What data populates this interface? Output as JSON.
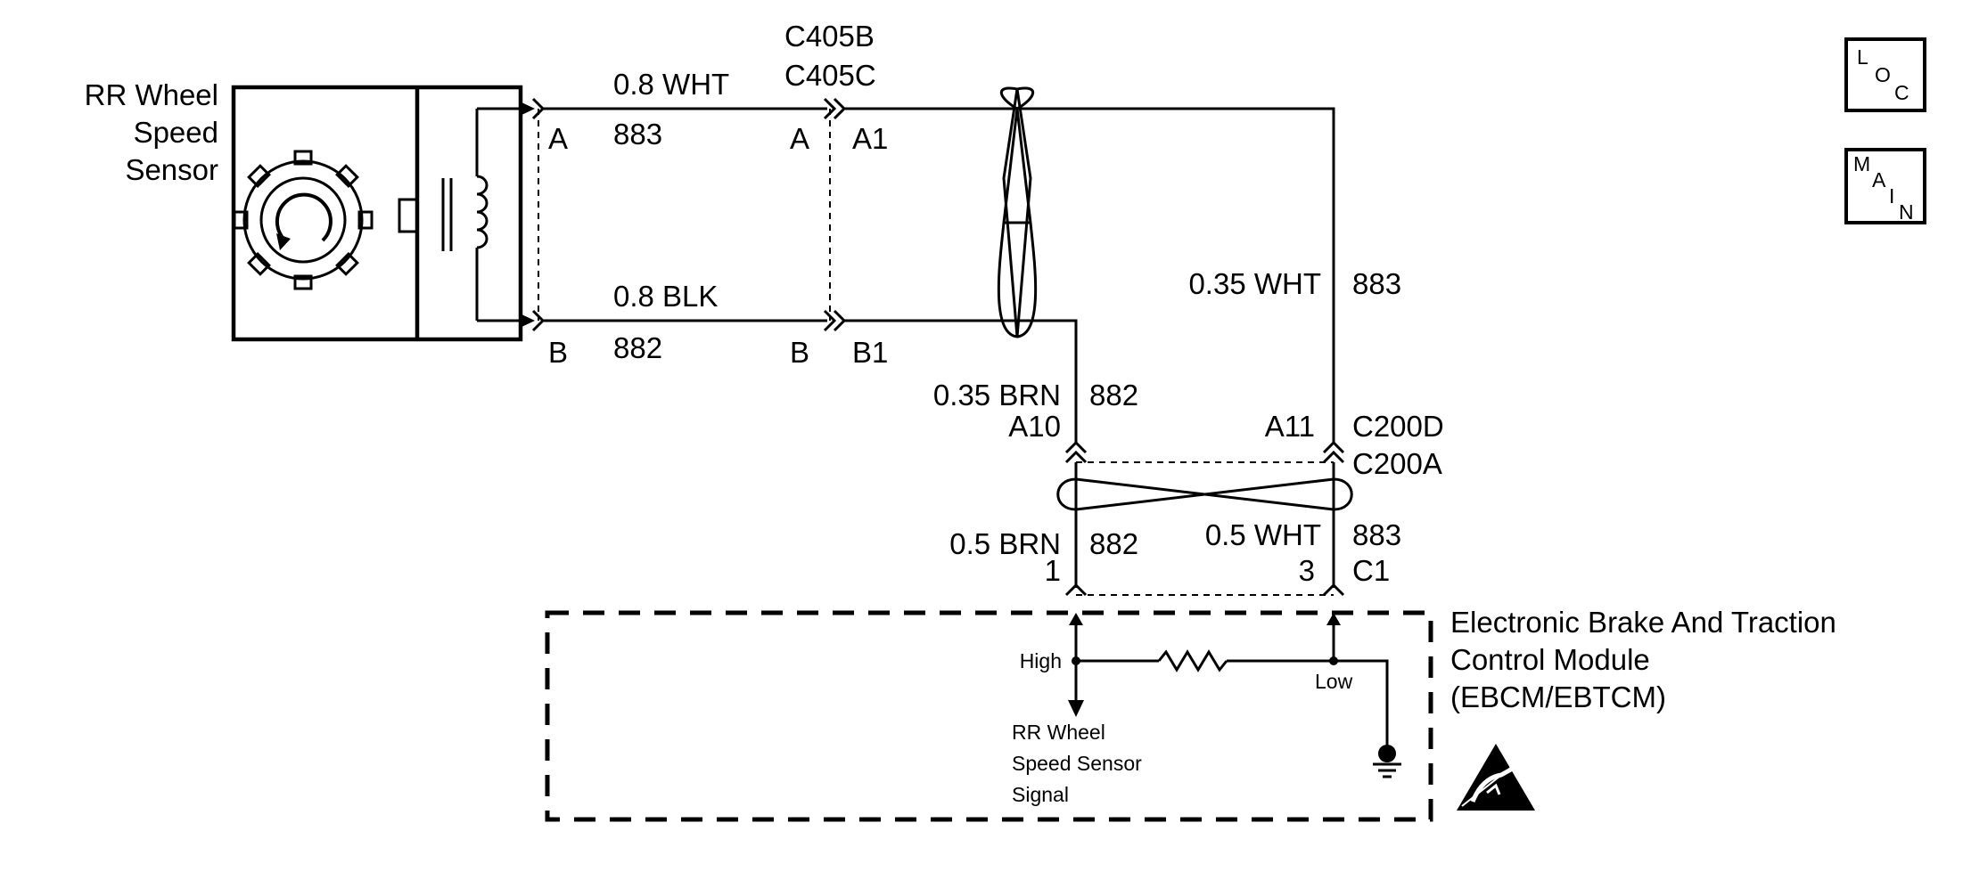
{
  "sensor": {
    "name_line1": "RR Wheel",
    "name_line2": "Speed",
    "name_line3": "Sensor",
    "pin_a": "A",
    "pin_b": "B"
  },
  "wires": {
    "top_color": "0.8 WHT",
    "top_circuit": "883",
    "bottom_color": "0.8 BLK",
    "bottom_circuit": "882",
    "right_color": "0.35 WHT",
    "right_circuit": "883",
    "mid_color": "0.35 BRN",
    "mid_circuit": "882",
    "low_brn_color": "0.5 BRN",
    "low_brn_circuit": "882",
    "low_wht_color": "0.5 WHT",
    "low_wht_circuit": "883"
  },
  "connectors": {
    "c405_line1": "C405B",
    "c405_line2": "C405C",
    "c405_pin_a": "A",
    "c405_pin_b": "B",
    "c405_pin_a1": "A1",
    "c405_pin_b1": "B1",
    "c200_line1": "C200D",
    "c200_line2": "C200A",
    "c200_pin_a10": "A10",
    "c200_pin_a11": "A11",
    "module_pin_1": "1",
    "module_pin_3": "3",
    "module_conn": "C1"
  },
  "module": {
    "name_line1": "Electronic Brake And Traction",
    "name_line2": "Control Module",
    "name_line3": "(EBCM/EBTCM)",
    "high_label": "High",
    "low_label": "Low",
    "signal_line1": "RR Wheel",
    "signal_line2": "Speed Sensor",
    "signal_line3": "Signal"
  },
  "nav": {
    "loc_l": "L",
    "loc_o": "O",
    "loc_c": "C",
    "main_m": "M",
    "main_a": "A",
    "main_i": "I",
    "main_n": "N"
  },
  "icons": [
    "esd-sensitive-icon",
    "ground-icon",
    "resistor-icon",
    "twisted-pair-icon"
  ]
}
